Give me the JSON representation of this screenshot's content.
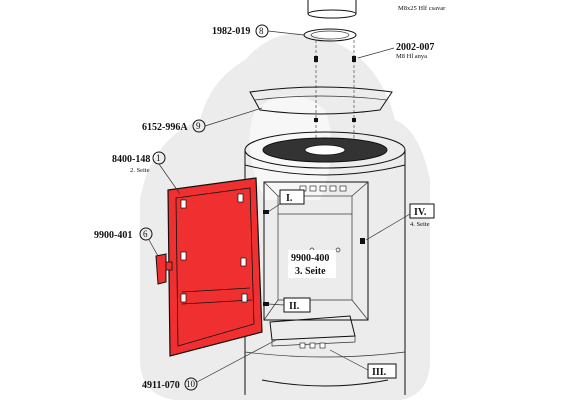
{
  "parts": [
    {
      "id": "top_partial",
      "code": "",
      "sub": "M8x25 Hlf csavar"
    },
    {
      "id": "p8",
      "code": "1982-019",
      "num": "8"
    },
    {
      "id": "p_nut",
      "code": "2002-007",
      "sub": "M8 Hl anya"
    },
    {
      "id": "p9",
      "code": "6152-996A",
      "num": "9"
    },
    {
      "id": "p1",
      "code": "8400-148",
      "num": "1",
      "sub": "2. Seite"
    },
    {
      "id": "p6",
      "code": "9900-401",
      "num": "6"
    },
    {
      "id": "p10",
      "code": "4911-070",
      "num": "10"
    }
  ],
  "boxes": [
    {
      "id": "I",
      "label": "I."
    },
    {
      "id": "II",
      "label": "II."
    },
    {
      "id": "III",
      "label": "III."
    },
    {
      "id": "IV",
      "label": "IV.",
      "sub": "4. Seite"
    }
  ],
  "center_label": {
    "line1": "9900-400",
    "line2": "3. Seite"
  },
  "colors": {
    "highlight": "#f03030",
    "outline": "#111111",
    "watermark": "#e6e6e6"
  }
}
